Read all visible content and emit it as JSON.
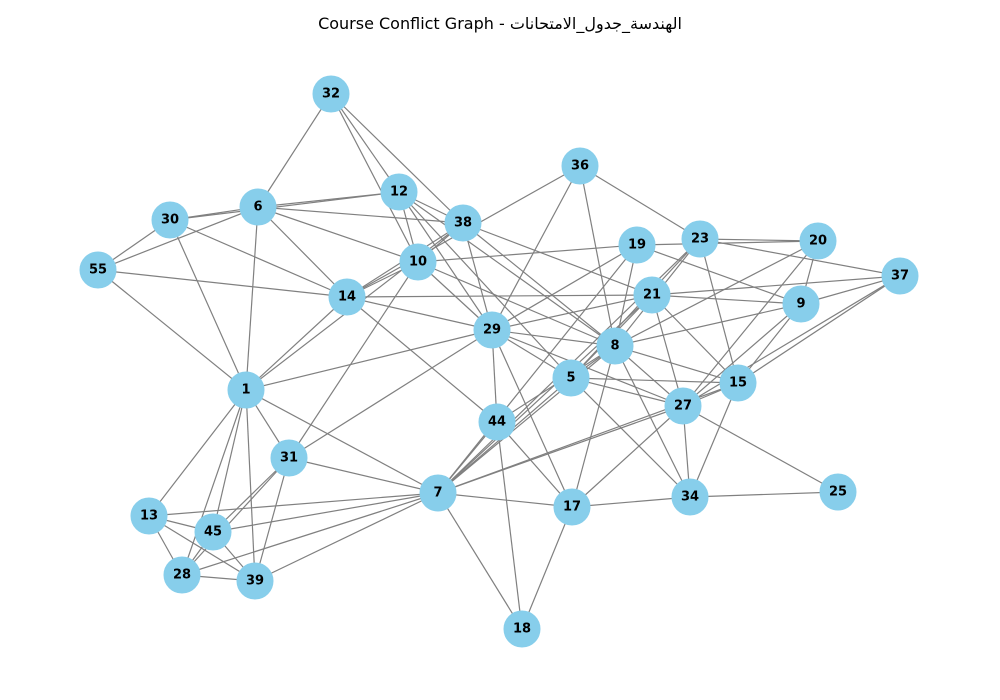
{
  "title": "Course Conflict Graph - الهندسة_جدول_الامتحانات",
  "colors": {
    "node_fill": "#87ceeb",
    "edge": "#808080",
    "label": "#000000",
    "background": "#ffffff"
  },
  "nodes": [
    "32",
    "12",
    "6",
    "30",
    "38",
    "36",
    "19",
    "23",
    "20",
    "55",
    "10",
    "14",
    "21",
    "9",
    "37",
    "29",
    "8",
    "5",
    "15",
    "1",
    "27",
    "44",
    "31",
    "7",
    "17",
    "34",
    "25",
    "13",
    "45",
    "28",
    "39",
    "18"
  ],
  "edges": [
    [
      "32",
      "6"
    ],
    [
      "32",
      "12"
    ],
    [
      "32",
      "38"
    ],
    [
      "32",
      "10"
    ],
    [
      "6",
      "30"
    ],
    [
      "6",
      "12"
    ],
    [
      "6",
      "38"
    ],
    [
      "6",
      "10"
    ],
    [
      "6",
      "14"
    ],
    [
      "6",
      "1"
    ],
    [
      "6",
      "55"
    ],
    [
      "30",
      "12"
    ],
    [
      "30",
      "55"
    ],
    [
      "30",
      "14"
    ],
    [
      "30",
      "1"
    ],
    [
      "55",
      "14"
    ],
    [
      "55",
      "1"
    ],
    [
      "12",
      "10"
    ],
    [
      "12",
      "38"
    ],
    [
      "12",
      "29"
    ],
    [
      "12",
      "8"
    ],
    [
      "12",
      "5"
    ],
    [
      "38",
      "14"
    ],
    [
      "38",
      "10"
    ],
    [
      "38",
      "29"
    ],
    [
      "38",
      "8"
    ],
    [
      "38",
      "21"
    ],
    [
      "38",
      "1"
    ],
    [
      "36",
      "8"
    ],
    [
      "36",
      "29"
    ],
    [
      "36",
      "23"
    ],
    [
      "36",
      "14"
    ],
    [
      "10",
      "19"
    ],
    [
      "10",
      "8"
    ],
    [
      "10",
      "31"
    ],
    [
      "10",
      "29"
    ],
    [
      "10",
      "14"
    ],
    [
      "19",
      "20"
    ],
    [
      "19",
      "8"
    ],
    [
      "19",
      "9"
    ],
    [
      "19",
      "29"
    ],
    [
      "19",
      "7"
    ],
    [
      "23",
      "20"
    ],
    [
      "23",
      "37"
    ],
    [
      "23",
      "15"
    ],
    [
      "23",
      "8"
    ],
    [
      "23",
      "7"
    ],
    [
      "23",
      "5"
    ],
    [
      "20",
      "9"
    ],
    [
      "20",
      "27"
    ],
    [
      "20",
      "8"
    ],
    [
      "37",
      "9"
    ],
    [
      "37",
      "21"
    ],
    [
      "37",
      "27"
    ],
    [
      "37",
      "15"
    ],
    [
      "14",
      "21"
    ],
    [
      "14",
      "29"
    ],
    [
      "14",
      "1"
    ],
    [
      "14",
      "44"
    ],
    [
      "21",
      "9"
    ],
    [
      "21",
      "15"
    ],
    [
      "21",
      "27"
    ],
    [
      "21",
      "7"
    ],
    [
      "21",
      "5"
    ],
    [
      "21",
      "29"
    ],
    [
      "9",
      "15"
    ],
    [
      "9",
      "8"
    ],
    [
      "9",
      "27"
    ],
    [
      "29",
      "8"
    ],
    [
      "29",
      "5"
    ],
    [
      "29",
      "1"
    ],
    [
      "29",
      "31"
    ],
    [
      "29",
      "44"
    ],
    [
      "29",
      "17"
    ],
    [
      "29",
      "27"
    ],
    [
      "8",
      "5"
    ],
    [
      "8",
      "15"
    ],
    [
      "8",
      "27"
    ],
    [
      "8",
      "34"
    ],
    [
      "8",
      "17"
    ],
    [
      "8",
      "7"
    ],
    [
      "8",
      "44"
    ],
    [
      "5",
      "15"
    ],
    [
      "5",
      "27"
    ],
    [
      "5",
      "34"
    ],
    [
      "5",
      "7"
    ],
    [
      "15",
      "27"
    ],
    [
      "15",
      "34"
    ],
    [
      "15",
      "7"
    ],
    [
      "27",
      "25"
    ],
    [
      "27",
      "34"
    ],
    [
      "27",
      "17"
    ],
    [
      "27",
      "7"
    ],
    [
      "1",
      "31"
    ],
    [
      "1",
      "7"
    ],
    [
      "1",
      "13"
    ],
    [
      "1",
      "45"
    ],
    [
      "1",
      "28"
    ],
    [
      "1",
      "39"
    ],
    [
      "44",
      "7"
    ],
    [
      "44",
      "18"
    ],
    [
      "44",
      "17"
    ],
    [
      "31",
      "7"
    ],
    [
      "31",
      "45"
    ],
    [
      "31",
      "28"
    ],
    [
      "31",
      "39"
    ],
    [
      "7",
      "17"
    ],
    [
      "7",
      "18"
    ],
    [
      "7",
      "13"
    ],
    [
      "7",
      "45"
    ],
    [
      "7",
      "28"
    ],
    [
      "7",
      "39"
    ],
    [
      "17",
      "34"
    ],
    [
      "17",
      "18"
    ],
    [
      "34",
      "25"
    ],
    [
      "13",
      "45"
    ],
    [
      "13",
      "28"
    ],
    [
      "13",
      "39"
    ],
    [
      "45",
      "28"
    ],
    [
      "45",
      "39"
    ],
    [
      "28",
      "39"
    ]
  ]
}
